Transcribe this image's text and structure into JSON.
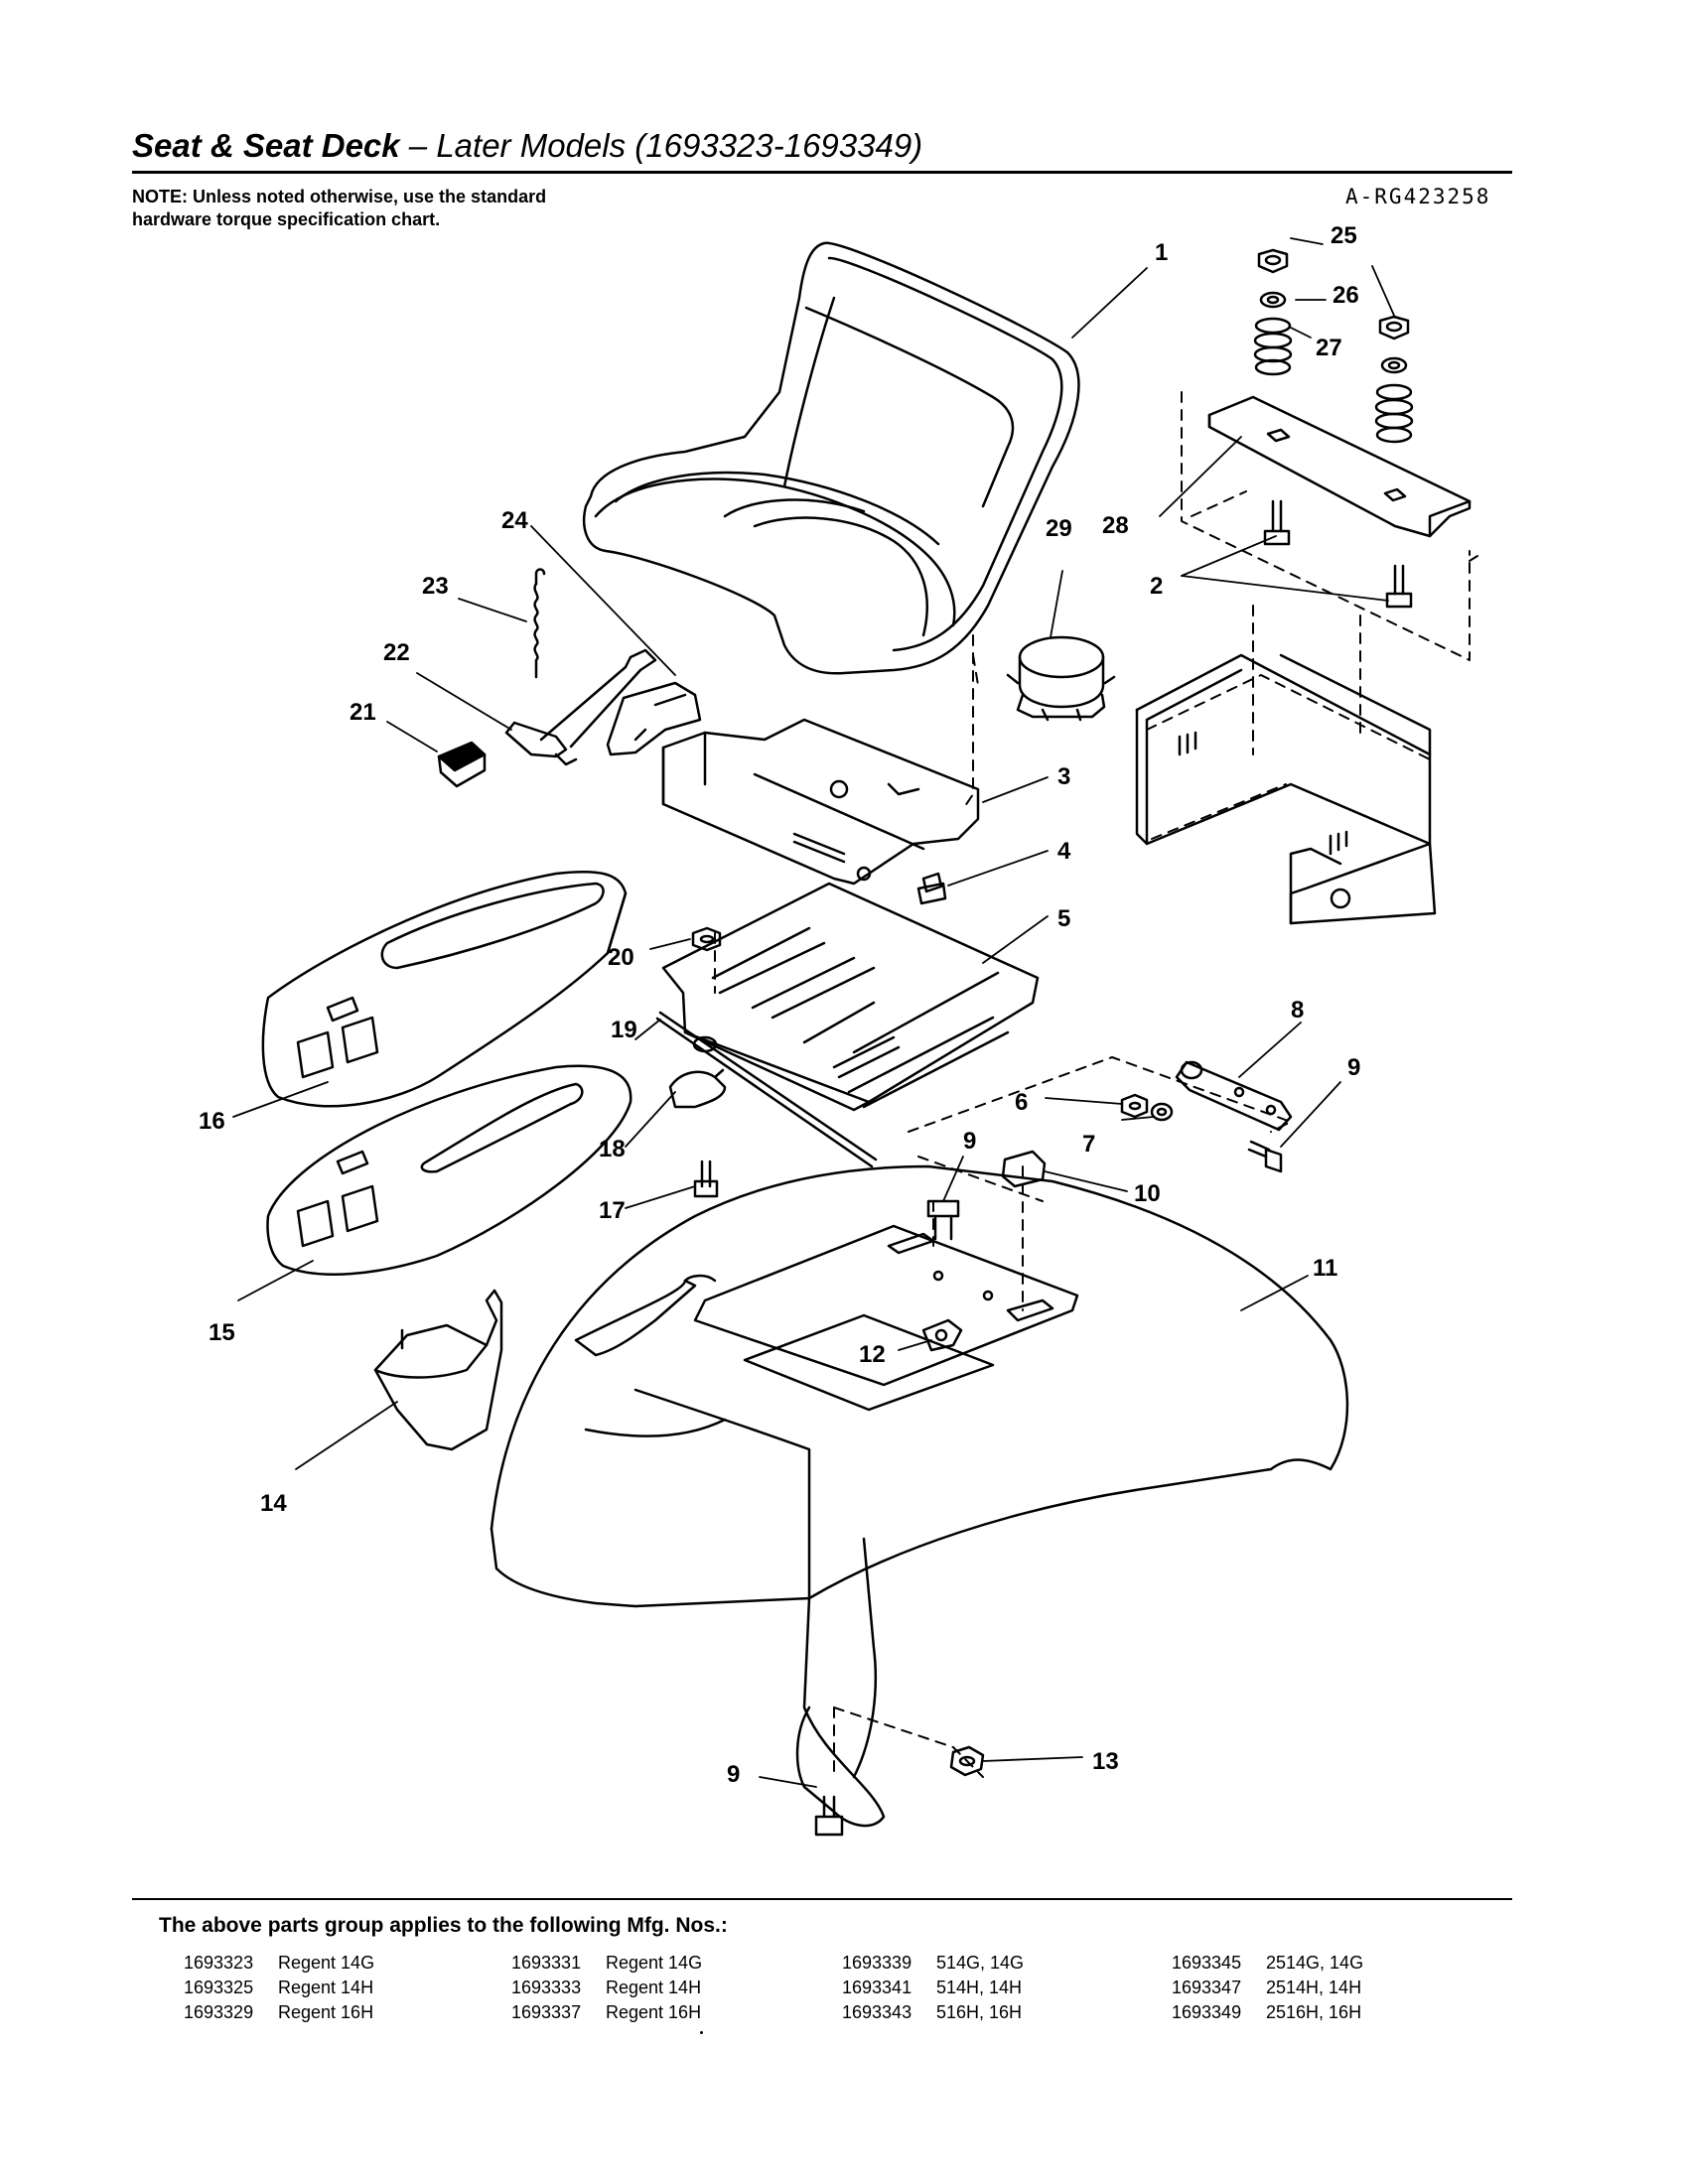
{
  "header": {
    "title_bold": "Seat & Seat Deck",
    "title_rest": " – Later Models (1693323-1693349)",
    "note": "NOTE: Unless noted otherwise, use the standard hardware torque specification chart.",
    "drawing_id": "A-RG423258"
  },
  "callouts": [
    {
      "id": "c1",
      "label": "1"
    },
    {
      "id": "c2",
      "label": "2"
    },
    {
      "id": "c3",
      "label": "3"
    },
    {
      "id": "c4",
      "label": "4"
    },
    {
      "id": "c5",
      "label": "5"
    },
    {
      "id": "c6",
      "label": "6"
    },
    {
      "id": "c7",
      "label": "7"
    },
    {
      "id": "c8",
      "label": "8"
    },
    {
      "id": "c9a",
      "label": "9"
    },
    {
      "id": "c9b",
      "label": "9"
    },
    {
      "id": "c9c",
      "label": "9"
    },
    {
      "id": "c10",
      "label": "10"
    },
    {
      "id": "c11",
      "label": "11"
    },
    {
      "id": "c12",
      "label": "12"
    },
    {
      "id": "c13",
      "label": "13"
    },
    {
      "id": "c14",
      "label": "14"
    },
    {
      "id": "c15",
      "label": "15"
    },
    {
      "id": "c16",
      "label": "16"
    },
    {
      "id": "c17",
      "label": "17"
    },
    {
      "id": "c18",
      "label": "18"
    },
    {
      "id": "c19",
      "label": "19"
    },
    {
      "id": "c20",
      "label": "20"
    },
    {
      "id": "c21",
      "label": "21"
    },
    {
      "id": "c22",
      "label": "22"
    },
    {
      "id": "c23",
      "label": "23"
    },
    {
      "id": "c24",
      "label": "24"
    },
    {
      "id": "c25",
      "label": "25"
    },
    {
      "id": "c26",
      "label": "26"
    },
    {
      "id": "c27",
      "label": "27"
    },
    {
      "id": "c28",
      "label": "28"
    },
    {
      "id": "c29",
      "label": "29"
    }
  ],
  "footer": {
    "applies_text": "The above parts group applies to the following Mfg. Nos.:",
    "columns": [
      [
        {
          "number": "1693323",
          "model": "Regent 14G"
        },
        {
          "number": "1693325",
          "model": "Regent 14H"
        },
        {
          "number": "1693329",
          "model": "Regent 16H"
        }
      ],
      [
        {
          "number": "1693331",
          "model": "Regent 14G"
        },
        {
          "number": "1693333",
          "model": "Regent 14H"
        },
        {
          "number": "1693337",
          "model": "Regent 16H"
        }
      ],
      [
        {
          "number": "1693339",
          "model": "514G, 14G"
        },
        {
          "number": "1693341",
          "model": "514H, 14H"
        },
        {
          "number": "1693343",
          "model": "516H, 16H"
        }
      ],
      [
        {
          "number": "1693345",
          "model": "2514G, 14G"
        },
        {
          "number": "1693347",
          "model": "2514H, 14H"
        },
        {
          "number": "1693349",
          "model": "2516H, 16H"
        }
      ]
    ]
  }
}
